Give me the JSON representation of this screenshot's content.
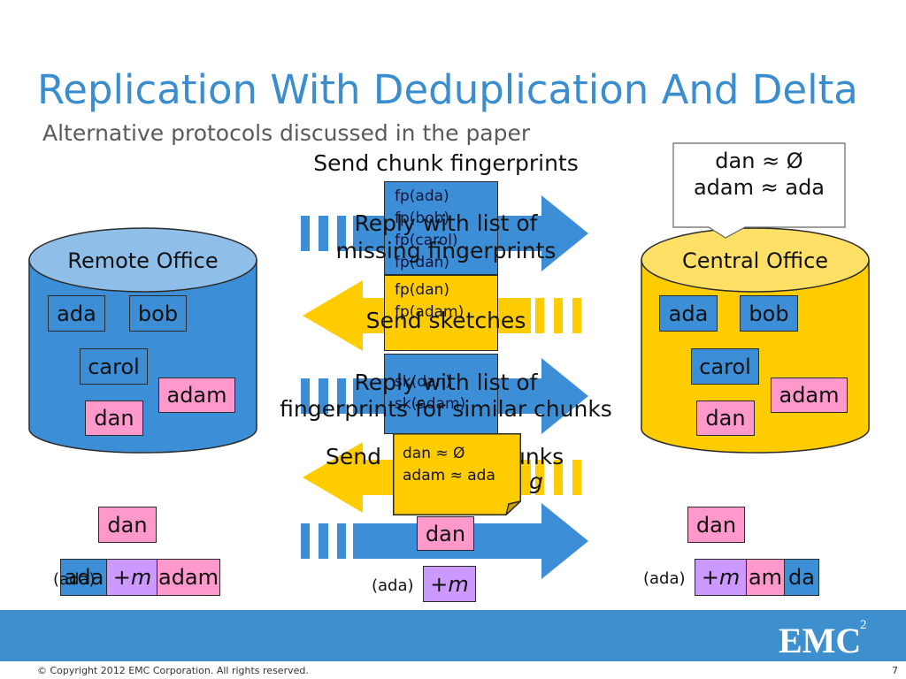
{
  "slide": {
    "title": "Replication With Deduplication And Delta",
    "subtitle": "Alternative protocols discussed in the paper",
    "copyright": "© Copyright 2012 EMC Corporation. All rights reserved.",
    "page_number": "7",
    "logo_text": "EMC",
    "logo_superscript": "2"
  },
  "colors": {
    "title": "#3a8ed0",
    "subtitle": "#5a5a5a",
    "blue": "#3c8fd6",
    "blue_light": "#8fbfe9",
    "yellow": "#ffcc00",
    "yellow_light": "#ffe066",
    "pink": "#ff99cc",
    "purple": "#cc99ff",
    "band": "#3d8fce"
  },
  "remote_office": {
    "label": "Remote Office",
    "chunks": [
      "ada",
      "bob",
      "carol",
      "adam",
      "dan"
    ]
  },
  "central_office": {
    "label": "Central Office",
    "chunks": [
      "ada",
      "bob",
      "carol",
      "adam",
      "dan"
    ]
  },
  "callout": {
    "lines": [
      "dan ≈ Ø",
      "adam ≈ ada"
    ]
  },
  "protocol_labels": {
    "send_fingerprints": "Send chunk fingerprints",
    "reply_missing": [
      "Reply with list of",
      "missing fingerprints"
    ],
    "send_sketches": "Send sketches",
    "reply_similar": [
      "Reply with list of",
      "fingerprints for similar chunks"
    ],
    "send_chunks_fragments": [
      "Send",
      "unks"
    ],
    "send_chunks_line2_fragment": "g"
  },
  "messages": {
    "fingerprints": [
      "fp(ada)",
      "fp(bob)",
      "fp(carol)",
      "fp(dan)"
    ],
    "missing_fingerprints": [
      "fp(dan)",
      "fp(adam)"
    ],
    "sketches": [
      "sk(dan)",
      "sk(adam)"
    ],
    "similarity": [
      "dan ≈ Ø",
      "adam ≈ ada"
    ],
    "transfer": {
      "chunk": "dan",
      "base": "(ada)",
      "delta_sign": "+",
      "delta_var": "m"
    }
  },
  "remote_result": {
    "chunk": "dan",
    "base": "(ada)",
    "base_chunk": "ada",
    "delta_sign": "+",
    "delta_var": "m",
    "result": "adam"
  },
  "central_result": {
    "chunk": "dan",
    "base": "(ada)",
    "delta_sign": "+",
    "delta_var": "m",
    "result_fragment": "am",
    "base_fragment": "da"
  }
}
